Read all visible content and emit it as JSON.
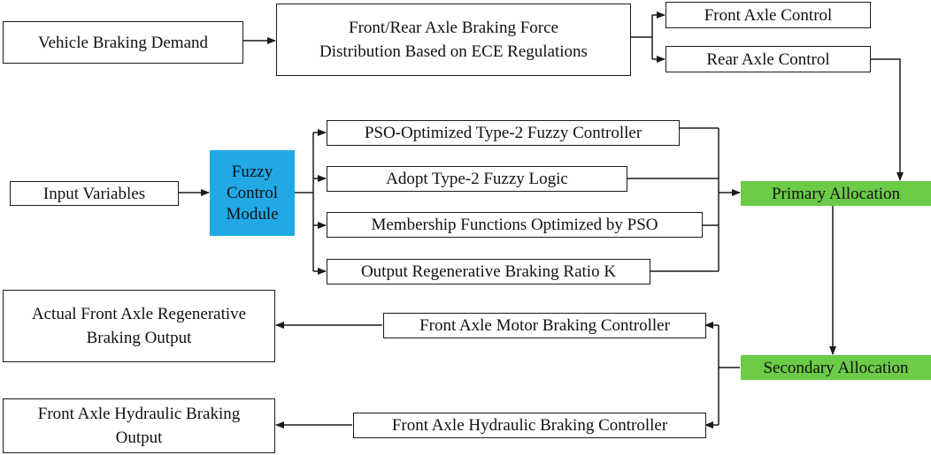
{
  "colors": {
    "line": "#1a1a1a",
    "fuzzy_module": "#21a9e6",
    "allocation": "#6ccb47"
  },
  "nodes": {
    "vehicle_demand": "Vehicle Braking Demand",
    "ece_distribution": "Front/Rear Axle Braking Force\nDistribution Based on ECE Regulations",
    "front_axle_control": "Front Axle Control",
    "rear_axle_control": "Rear Axle Control",
    "input_variables": "Input Variables",
    "fuzzy_module": "Fuzzy\nControl\nModule",
    "pso_controller": "PSO-Optimized Type-2 Fuzzy Controller",
    "type2_logic": "Adopt Type-2 Fuzzy Logic",
    "membership_pso": "Membership Functions Optimized by PSO",
    "output_ratio": "Output Regenerative Braking Ratio K",
    "primary_allocation": "Primary Allocation",
    "secondary_allocation": "Secondary Allocation",
    "motor_controller": "Front Axle Motor Braking Controller",
    "hydraulic_controller": "Front Axle Hydraulic Braking Controller",
    "regen_output": "Actual Front Axle Regenerative\nBraking Output",
    "hydraulic_output": "Front Axle Hydraulic Braking\nOutput"
  }
}
